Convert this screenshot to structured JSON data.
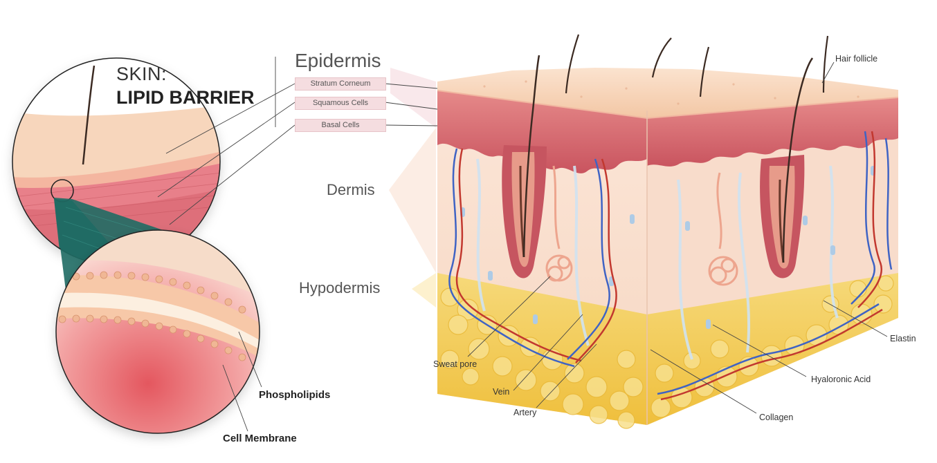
{
  "title": {
    "line1": "SKIN:",
    "line2": "LIPID BARRIER"
  },
  "main_layers": {
    "epidermis": "Epidermis",
    "dermis": "Dermis",
    "hypodermis": "Hypodermis"
  },
  "epidermis_sublayers": [
    "Stratum Corneum",
    "Squamous Cells",
    "Basal Cells"
  ],
  "membrane_labels": {
    "phospholipids": "Phospholipids",
    "cell_membrane": "Cell Membrane"
  },
  "structure_labels": {
    "hair_follicle": "Hair follicle",
    "sweat_pore": "Sweat pore",
    "vein": "Vein",
    "artery": "Artery",
    "collagen": "Collagen",
    "hyaluronic_acid": "Hyaloronic Acid",
    "elastin": "Elastin"
  },
  "colors": {
    "skin_surface": "#f7d3b6",
    "epidermis": "#d9737c",
    "dermis": "#f9dcc8",
    "hypodermis_fat": "#f4cf5c",
    "vein": "#3f63c4",
    "artery": "#c2382f",
    "membrane_zoom": "#1f6b64"
  }
}
